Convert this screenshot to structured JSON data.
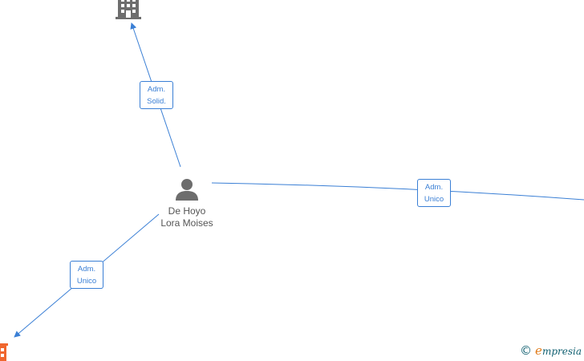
{
  "nodes": {
    "person": {
      "name_line1": "De Hoyo",
      "name_line2": "Lora Moises",
      "icon": "person-icon"
    },
    "company_top": {
      "icon": "building-icon",
      "color": "#6d6d6d"
    },
    "company_bottom_left": {
      "icon": "building-icon",
      "color": "#f0662e"
    }
  },
  "edges": [
    {
      "from": "person",
      "to": "company_top",
      "label_line1": "Adm.",
      "label_line2": "Solid."
    },
    {
      "from": "person",
      "to": "company_right",
      "label_line1": "Adm.",
      "label_line2": "Unico"
    },
    {
      "from": "person",
      "to": "company_bottom_left",
      "label_line1": "Adm.",
      "label_line2": "Unico"
    }
  ],
  "colors": {
    "edge": "#3a7fd5",
    "person_icon": "#6d6d6d",
    "text": "#555555"
  },
  "brand": {
    "copyright": "©",
    "initial": "e",
    "name": "mpresia"
  }
}
